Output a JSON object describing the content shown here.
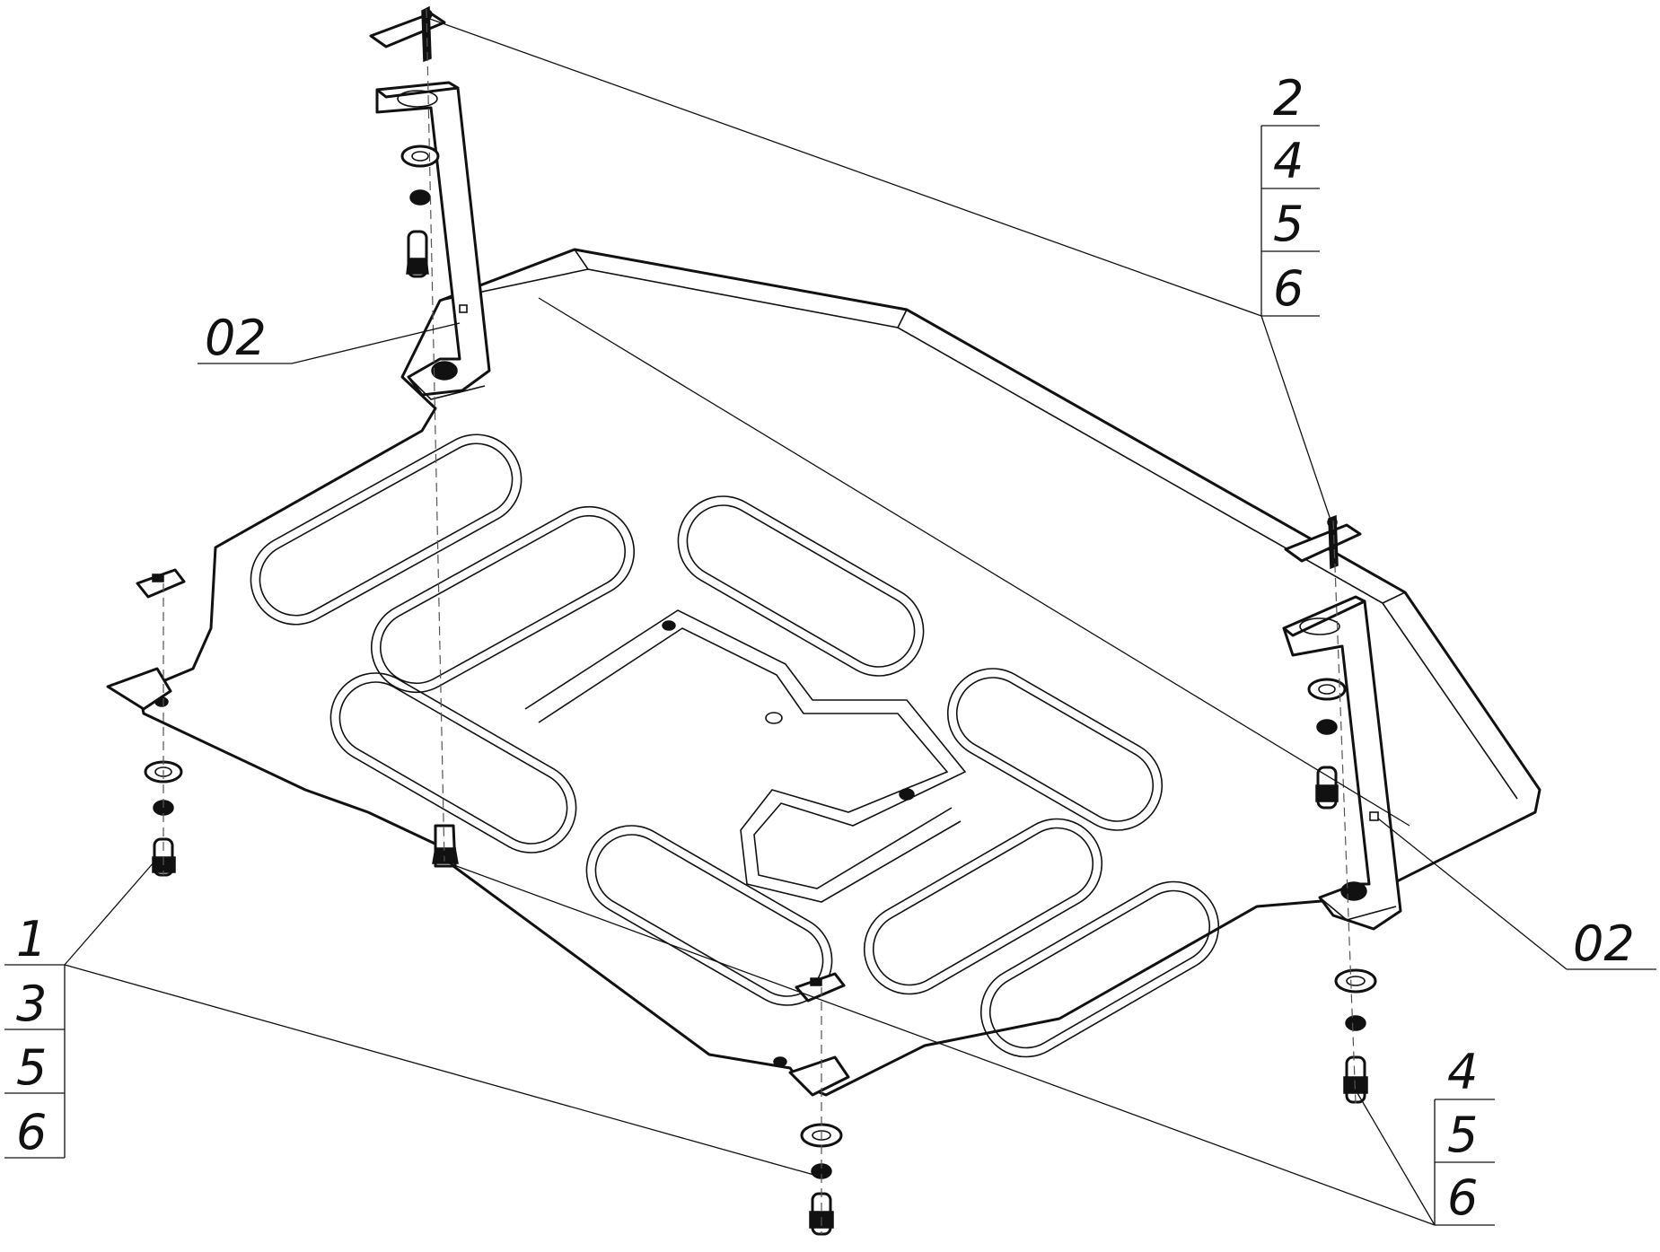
{
  "callouts": {
    "top_right": [
      "2",
      "4",
      "5",
      "6"
    ],
    "bottom_left": [
      "1",
      "3",
      "5",
      "6"
    ],
    "bottom_right": [
      "4",
      "5",
      "6"
    ]
  },
  "refs": {
    "left_bracket": "02",
    "right_bracket": "02"
  }
}
